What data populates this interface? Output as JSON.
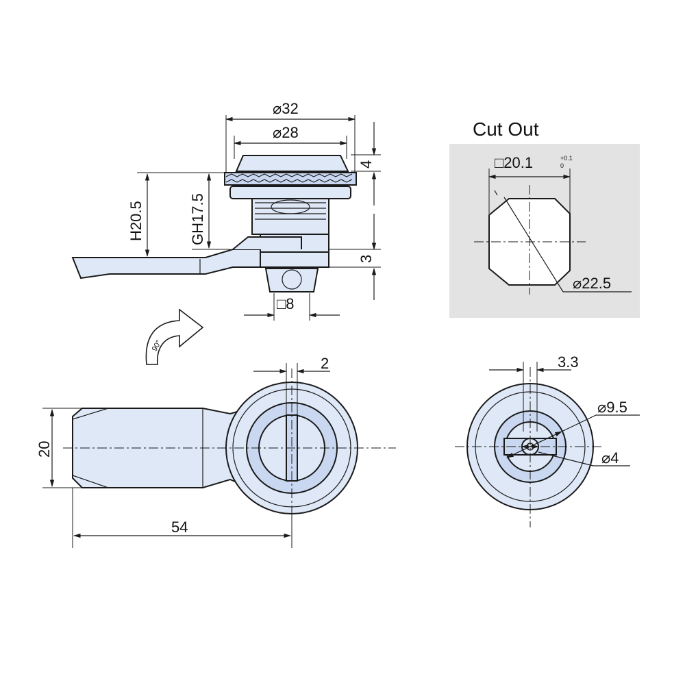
{
  "cutout": {
    "title": "Cut Out",
    "square_label": "20.1",
    "square_tol_upper": "+0.1",
    "square_tol_lower": "0",
    "diameter_label": "22.5"
  },
  "side_view": {
    "d32": "32",
    "d28": "28",
    "h4": "4",
    "h20_5": "H20.5",
    "gh17_5": "GH17.5",
    "h3": "3",
    "sq8": "8"
  },
  "rotation": {
    "label": "90°"
  },
  "front_view": {
    "w2": "2",
    "h20": "20",
    "l54": "54"
  },
  "rear_view": {
    "w3_3": "3.3",
    "d9_5": "9.5",
    "d4": "4"
  },
  "colors": {
    "part_fill": "#dfe8f7",
    "cutout_bg": "#e3e3e3"
  }
}
